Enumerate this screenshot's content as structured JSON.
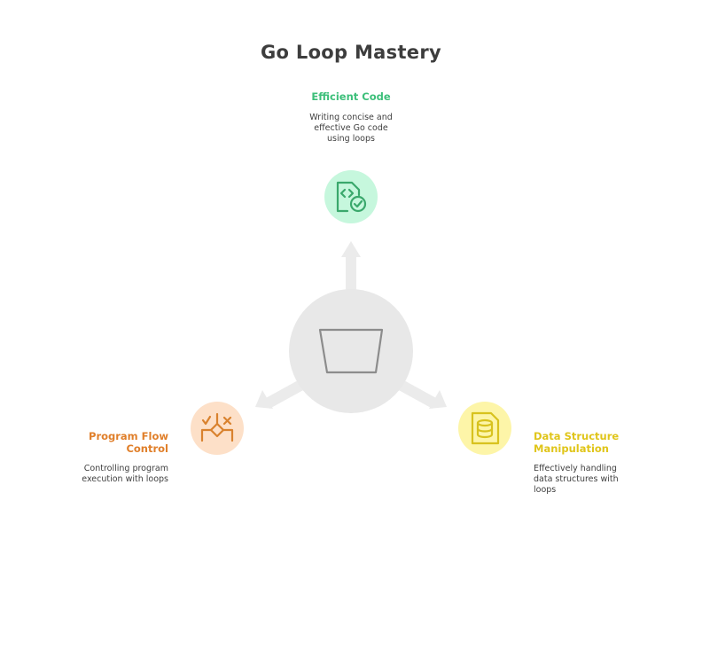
{
  "title": "Go Loop Mastery",
  "center": {
    "icon": "bucket-icon"
  },
  "nodes": [
    {
      "id": "efficient-code",
      "heading": "Efficient Code",
      "description_lines": [
        "Writing concise and",
        "effective Go code",
        "using loops"
      ],
      "icon": "code-file-check-icon",
      "color": "#3dbf7a",
      "icon_color": "#3aa86c",
      "bg_color": "#c6f7dd"
    },
    {
      "id": "program-flow-control",
      "heading_lines": [
        "Program Flow",
        "Control"
      ],
      "description_lines": [
        "Controlling program",
        "execution with loops"
      ],
      "icon": "branch-decision-icon",
      "color": "#e07f2a",
      "icon_color": "#d9822e",
      "bg_color": "#fde0c8"
    },
    {
      "id": "data-structure-manipulation",
      "heading_lines": [
        "Data Structure",
        "Manipulation"
      ],
      "description_lines": [
        "Effectively handling",
        "data structures with",
        "loops"
      ],
      "icon": "database-file-icon",
      "color": "#e0c51a",
      "icon_color": "#d8c21e",
      "bg_color": "#fdf5a8"
    }
  ],
  "colors": {
    "hub": "#e8e8e8",
    "hub_icon": "#8c8c8c",
    "arrow": "#ebebeb"
  }
}
